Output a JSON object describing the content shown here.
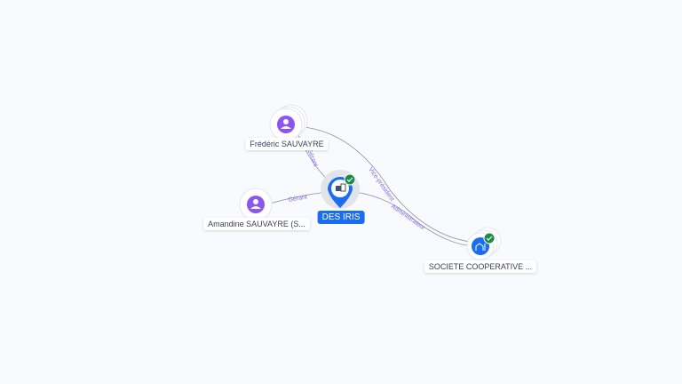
{
  "nodes": {
    "frederic": {
      "label": "Frédéric SAUVAYRE",
      "type": "person"
    },
    "amandine": {
      "label": "Amandine SAUVAYRE (S...",
      "type": "person"
    },
    "desiris": {
      "label": "DES IRIS",
      "type": "company",
      "verified": true
    },
    "societe": {
      "label": "SOCIETE COOPERATIVE ...",
      "type": "company",
      "verified": true
    }
  },
  "edges": [
    {
      "from": "frederic",
      "to": "desiris",
      "label": "Gérant"
    },
    {
      "from": "amandine",
      "to": "desiris",
      "label": "Gérant"
    },
    {
      "from": "frederic",
      "to": "societe",
      "label": "Vice-président"
    },
    {
      "from": "desiris",
      "to": "societe",
      "label": "Administrateur"
    }
  ],
  "colors": {
    "person": "#8b55f0",
    "company": "#1a6cf0",
    "verified": "#1e8a4a",
    "edge": "#6b6f85",
    "edge_label": "#7a6ee0"
  }
}
